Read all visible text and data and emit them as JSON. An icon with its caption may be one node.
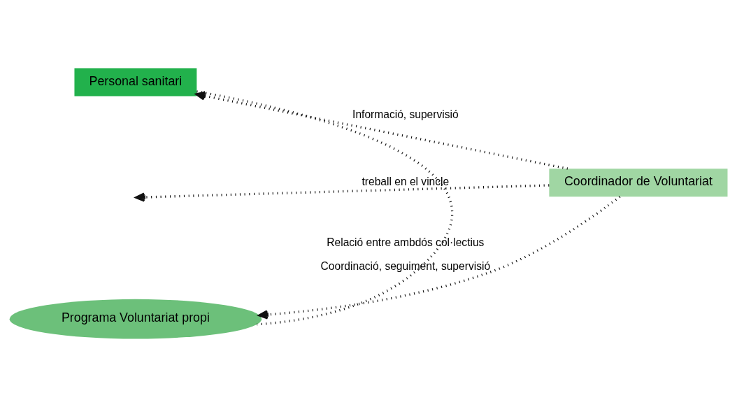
{
  "diagram": {
    "nodes": [
      {
        "text": [
          "Personal sanitari"
        ]
      },
      {
        "text": [
          "Programa Voluntariat propi"
        ]
      },
      {
        "text": [
          "Coordinador de Voluntariat"
        ]
      }
    ],
    "edges": [
      {
        "from": 0,
        "to": 1,
        "arrow": "none",
        "label": "Relació entre ambdós col·lectius"
      },
      {
        "from": 2,
        "to": 0,
        "arrow": "to",
        "label": "Informació, supervisió"
      },
      {
        "from": 2,
        "to": null,
        "arrow": "to",
        "label": "treball en el vincle"
      },
      {
        "from": 2,
        "to": 1,
        "arrow": "to",
        "label": "Coordinació, seguiment, supervisió"
      }
    ]
  }
}
